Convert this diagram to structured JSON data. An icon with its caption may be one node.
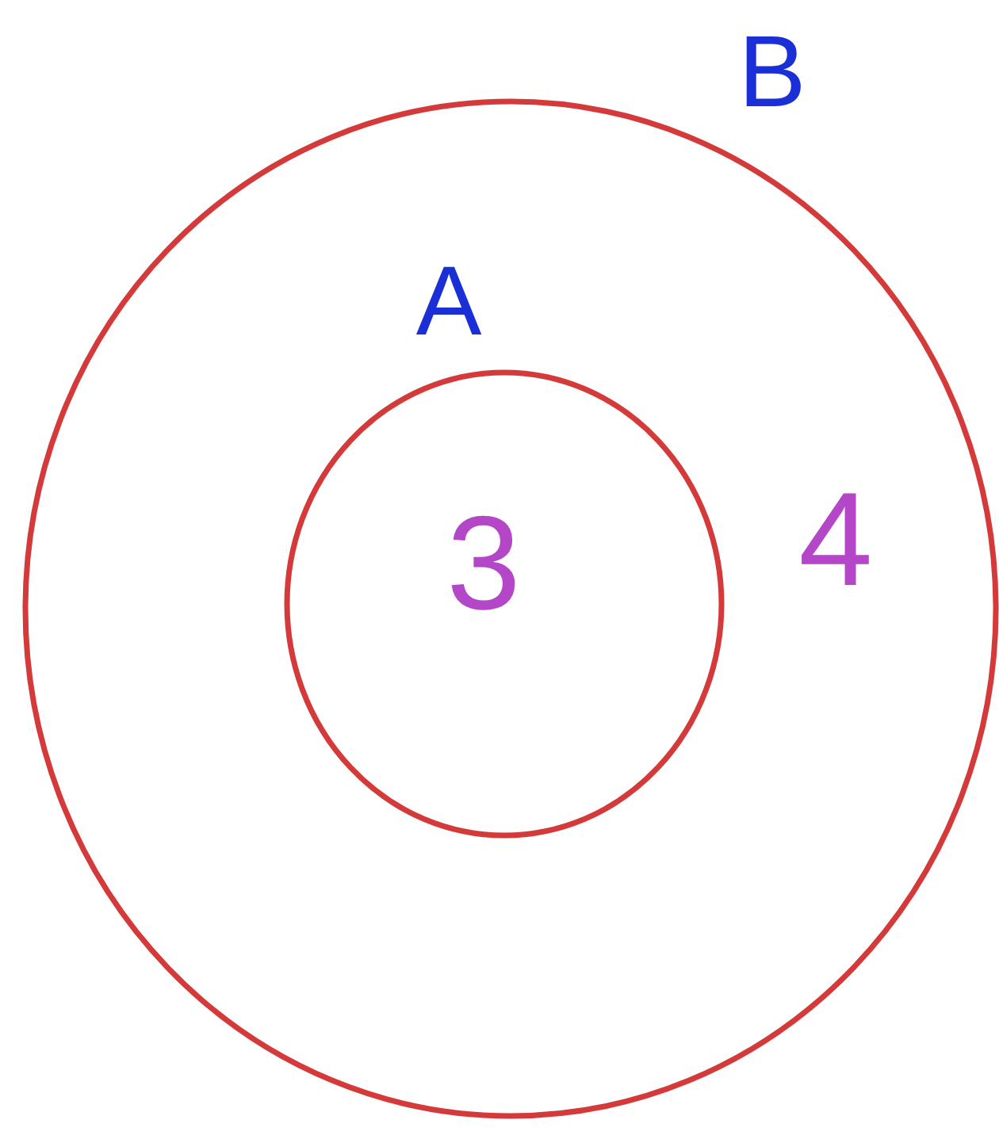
{
  "diagram": {
    "nodes": [
      {
        "text": [
          "B",
          "4"
        ]
      },
      {
        "text": [
          "A",
          "3"
        ],
        "in": 0
      }
    ]
  }
}
